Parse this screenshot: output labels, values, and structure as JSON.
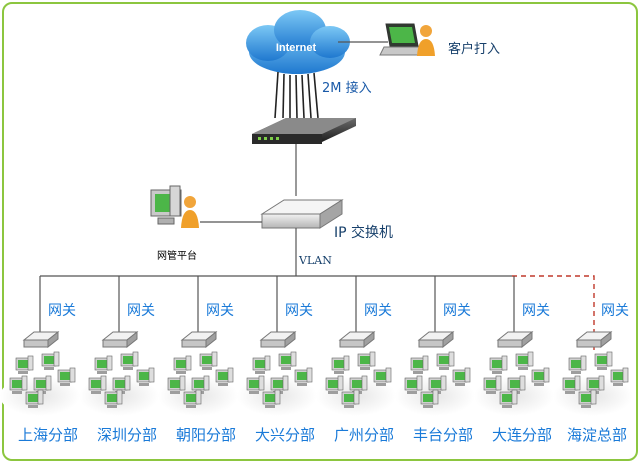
{
  "internet": {
    "label": "Internet"
  },
  "client": {
    "label": "客户打入"
  },
  "uplink": {
    "label": "2M 接入"
  },
  "ip_switch": {
    "label": "IP 交换机"
  },
  "management": {
    "label": "网管平台"
  },
  "vlan": {
    "label": "VLAN"
  },
  "gateway_label": "网关",
  "branches": [
    {
      "name": "上海分部"
    },
    {
      "name": "深圳分部"
    },
    {
      "name": "朝阳分部"
    },
    {
      "name": "大兴分部"
    },
    {
      "name": "广州分部"
    },
    {
      "name": "丰台分部"
    },
    {
      "name": "大连分部"
    },
    {
      "name": "海淀总部",
      "dashed": true
    }
  ],
  "colors": {
    "frame": "#8cc63f",
    "label": "#1a7ad8",
    "cloud": "#2b8fde",
    "dashed_link": "#c0392b"
  }
}
